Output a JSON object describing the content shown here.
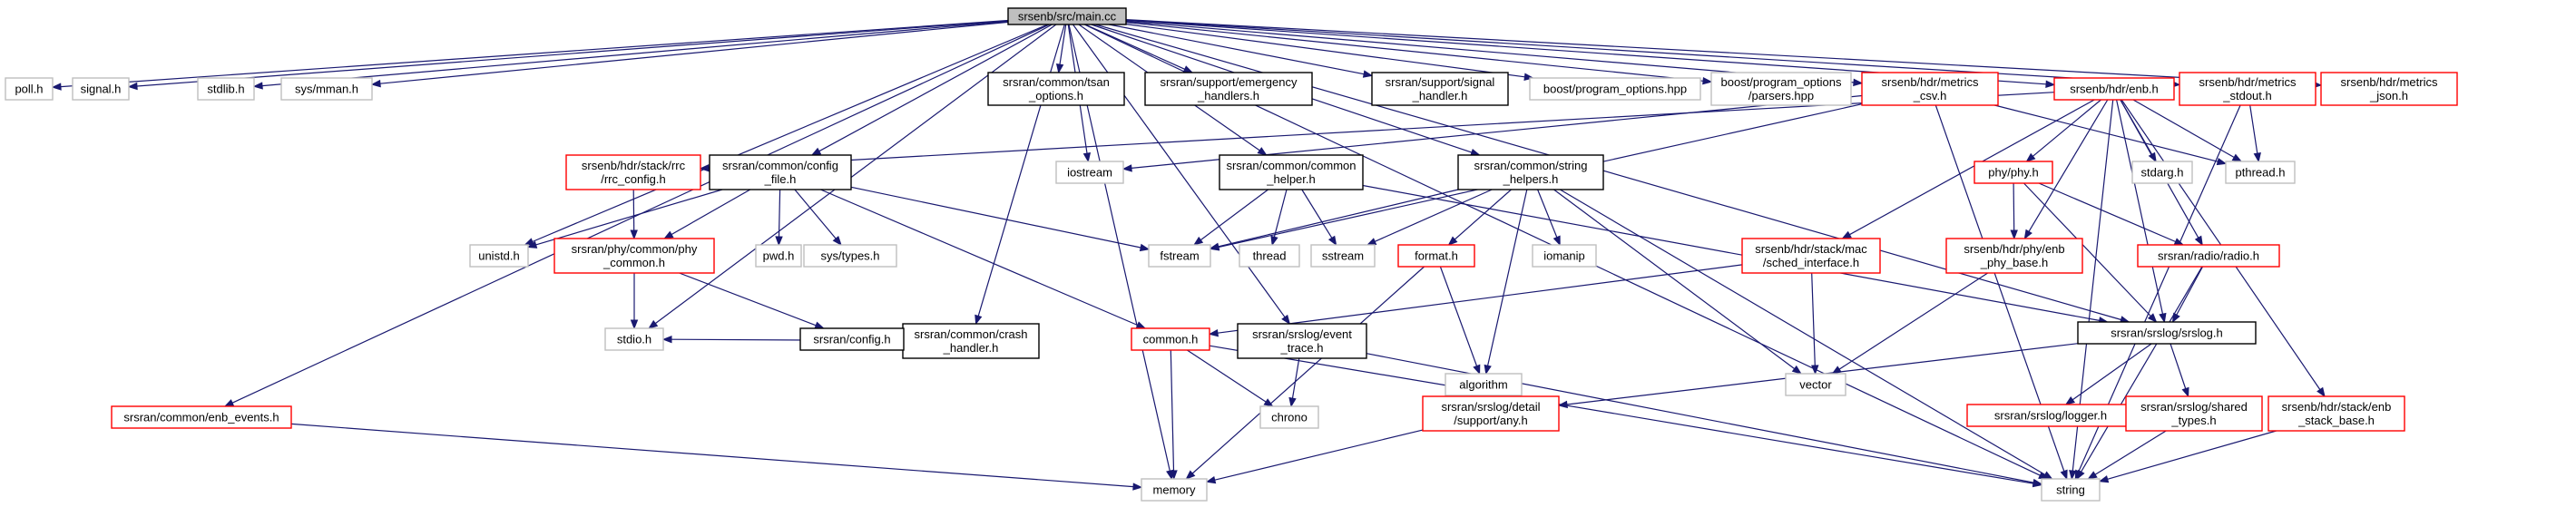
{
  "colors": {
    "edge": "#191970",
    "root_fill": "#bfbfbf",
    "root_border": "#000000",
    "doc_border": "#000000",
    "linked_border": "#ff0000",
    "external_border": "#bfbfbf"
  },
  "nodes": {
    "main": {
      "lines": [
        "srsenb/src/main.cc"
      ],
      "kind": "root"
    },
    "poll": {
      "lines": [
        "poll.h"
      ],
      "kind": "external"
    },
    "signal": {
      "lines": [
        "signal.h"
      ],
      "kind": "external"
    },
    "stdlib": {
      "lines": [
        "stdlib.h"
      ],
      "kind": "external"
    },
    "mman": {
      "lines": [
        "sys/mman.h"
      ],
      "kind": "external"
    },
    "tsan": {
      "lines": [
        "srsran/common/tsan",
        "_options.h"
      ],
      "kind": "doc"
    },
    "emerg": {
      "lines": [
        "srsran/support/emergency",
        "_handlers.h"
      ],
      "kind": "doc"
    },
    "sighandler": {
      "lines": [
        "srsran/support/signal",
        "_handler.h"
      ],
      "kind": "doc"
    },
    "boostpo": {
      "lines": [
        "boost/program_options.hpp"
      ],
      "kind": "external"
    },
    "boostparsers": {
      "lines": [
        "boost/program_options",
        "/parsers.hpp"
      ],
      "kind": "external"
    },
    "metricscsv": {
      "lines": [
        "srsenb/hdr/metrics",
        "_csv.h"
      ],
      "kind": "linked"
    },
    "enb": {
      "lines": [
        "srsenb/hdr/enb.h"
      ],
      "kind": "linked"
    },
    "metricsstdout": {
      "lines": [
        "srsenb/hdr/metrics",
        "_stdout.h"
      ],
      "kind": "linked"
    },
    "metricsjson": {
      "lines": [
        "srsenb/hdr/metrics",
        "_json.h"
      ],
      "kind": "linked"
    },
    "iostream": {
      "lines": [
        "iostream"
      ],
      "kind": "external"
    },
    "pthread": {
      "lines": [
        "pthread.h"
      ],
      "kind": "external"
    },
    "rrcconfig": {
      "lines": [
        "srsenb/hdr/stack/rrc",
        "/rrc_config.h"
      ],
      "kind": "linked"
    },
    "configfile": {
      "lines": [
        "srsran/common/config",
        "_file.h"
      ],
      "kind": "doc"
    },
    "commonhelper": {
      "lines": [
        "srsran/common/common",
        "_helper.h"
      ],
      "kind": "doc"
    },
    "stringhelpers": {
      "lines": [
        "srsran/common/string",
        "_helpers.h"
      ],
      "kind": "doc"
    },
    "stdarg": {
      "lines": [
        "stdarg.h"
      ],
      "kind": "external"
    },
    "phy": {
      "lines": [
        "phy/phy.h"
      ],
      "kind": "linked"
    },
    "unistd": {
      "lines": [
        "unistd.h"
      ],
      "kind": "external"
    },
    "phycommon": {
      "lines": [
        "srsran/phy/common/phy",
        "_common.h"
      ],
      "kind": "linked"
    },
    "pwd": {
      "lines": [
        "pwd.h"
      ],
      "kind": "external"
    },
    "systypes": {
      "lines": [
        "sys/types.h"
      ],
      "kind": "external"
    },
    "fstream": {
      "lines": [
        "fstream"
      ],
      "kind": "external"
    },
    "thread": {
      "lines": [
        "thread"
      ],
      "kind": "external"
    },
    "sstream": {
      "lines": [
        "sstream"
      ],
      "kind": "external"
    },
    "formath": {
      "lines": [
        "format.h"
      ],
      "kind": "linked"
    },
    "iomanip": {
      "lines": [
        "iomanip"
      ],
      "kind": "external"
    },
    "schedif": {
      "lines": [
        "srsenb/hdr/stack/mac",
        "/sched_interface.h"
      ],
      "kind": "linked"
    },
    "enbphybase": {
      "lines": [
        "srsenb/hdr/phy/enb",
        "_phy_base.h"
      ],
      "kind": "linked"
    },
    "radio": {
      "lines": [
        "srsran/radio/radio.h"
      ],
      "kind": "linked"
    },
    "crash": {
      "lines": [
        "srsran/common/crash",
        "_handler.h"
      ],
      "kind": "doc"
    },
    "stdio": {
      "lines": [
        "stdio.h"
      ],
      "kind": "external"
    },
    "config": {
      "lines": [
        "srsran/config.h"
      ],
      "kind": "doc"
    },
    "commonh": {
      "lines": [
        "common.h"
      ],
      "kind": "linked"
    },
    "eventtrace": {
      "lines": [
        "srsran/srslog/event",
        "_trace.h"
      ],
      "kind": "doc"
    },
    "algorithm": {
      "lines": [
        "algorithm"
      ],
      "kind": "external"
    },
    "vector": {
      "lines": [
        "vector"
      ],
      "kind": "external"
    },
    "srslog": {
      "lines": [
        "srsran/srslog/srslog.h"
      ],
      "kind": "doc"
    },
    "chrono": {
      "lines": [
        "chrono"
      ],
      "kind": "external"
    },
    "enbevents": {
      "lines": [
        "srsran/common/enb_events.h"
      ],
      "kind": "linked"
    },
    "any": {
      "lines": [
        "srsran/srslog/detail",
        "/support/any.h"
      ],
      "kind": "linked"
    },
    "logger": {
      "lines": [
        "srsran/srslog/logger.h"
      ],
      "kind": "linked"
    },
    "sharedtypes": {
      "lines": [
        "srsran/srslog/shared",
        "_types.h"
      ],
      "kind": "linked"
    },
    "enbstackbase": {
      "lines": [
        "srsenb/hdr/stack/enb",
        "_stack_base.h"
      ],
      "kind": "linked"
    },
    "memory": {
      "lines": [
        "memory"
      ],
      "kind": "external"
    },
    "string": {
      "lines": [
        "string"
      ],
      "kind": "external"
    }
  },
  "edges": [
    [
      "main",
      "poll"
    ],
    [
      "main",
      "signal"
    ],
    [
      "main",
      "stdlib"
    ],
    [
      "main",
      "mman"
    ],
    [
      "main",
      "tsan"
    ],
    [
      "main",
      "emerg"
    ],
    [
      "main",
      "sighandler"
    ],
    [
      "main",
      "boostpo"
    ],
    [
      "main",
      "boostparsers"
    ],
    [
      "main",
      "metricscsv"
    ],
    [
      "main",
      "enb"
    ],
    [
      "main",
      "metricsstdout"
    ],
    [
      "main",
      "metricsjson"
    ],
    [
      "main",
      "iostream"
    ],
    [
      "main",
      "configfile"
    ],
    [
      "main",
      "commonhelper"
    ],
    [
      "main",
      "stringhelpers"
    ],
    [
      "main",
      "crash"
    ],
    [
      "main",
      "eventtrace"
    ],
    [
      "main",
      "enbevents"
    ],
    [
      "main",
      "memory"
    ],
    [
      "main",
      "string"
    ],
    [
      "main",
      "unistd"
    ],
    [
      "main",
      "stdio"
    ],
    [
      "main",
      "srslog"
    ],
    [
      "metricscsv",
      "iostream"
    ],
    [
      "metricscsv",
      "fstream"
    ],
    [
      "metricscsv",
      "pthread"
    ],
    [
      "metricscsv",
      "string"
    ],
    [
      "enb",
      "pthread"
    ],
    [
      "enb",
      "stdarg"
    ],
    [
      "enb",
      "phy"
    ],
    [
      "enb",
      "enbphybase"
    ],
    [
      "enb",
      "radio"
    ],
    [
      "enb",
      "rrcconfig"
    ],
    [
      "enb",
      "schedif"
    ],
    [
      "enb",
      "enbstackbase"
    ],
    [
      "enb",
      "srslog"
    ],
    [
      "enb",
      "string"
    ],
    [
      "metricsstdout",
      "pthread"
    ],
    [
      "metricsstdout",
      "string"
    ],
    [
      "rrcconfig",
      "phycommon"
    ],
    [
      "configfile",
      "unistd"
    ],
    [
      "configfile",
      "phycommon"
    ],
    [
      "configfile",
      "pwd"
    ],
    [
      "configfile",
      "systypes"
    ],
    [
      "configfile",
      "fstream"
    ],
    [
      "configfile",
      "commonh"
    ],
    [
      "commonhelper",
      "fstream"
    ],
    [
      "commonhelper",
      "thread"
    ],
    [
      "commonhelper",
      "sstream"
    ],
    [
      "commonhelper",
      "srslog"
    ],
    [
      "stringhelpers",
      "fstream"
    ],
    [
      "stringhelpers",
      "sstream"
    ],
    [
      "stringhelpers",
      "formath"
    ],
    [
      "stringhelpers",
      "iomanip"
    ],
    [
      "stringhelpers",
      "algorithm"
    ],
    [
      "stringhelpers",
      "vector"
    ],
    [
      "stringhelpers",
      "string"
    ],
    [
      "phy",
      "enbphybase"
    ],
    [
      "phy",
      "radio"
    ],
    [
      "phy",
      "srslog"
    ],
    [
      "phycommon",
      "stdio"
    ],
    [
      "phycommon",
      "config"
    ],
    [
      "crash",
      "stdio"
    ],
    [
      "crash",
      "config"
    ],
    [
      "formath",
      "algorithm"
    ],
    [
      "formath",
      "memory"
    ],
    [
      "schedif",
      "commonh"
    ],
    [
      "schedif",
      "vector"
    ],
    [
      "enbphybase",
      "vector"
    ],
    [
      "radio",
      "srslog"
    ],
    [
      "radio",
      "string"
    ],
    [
      "commonh",
      "chrono"
    ],
    [
      "commonh",
      "memory"
    ],
    [
      "commonh",
      "string"
    ],
    [
      "eventtrace",
      "chrono"
    ],
    [
      "eventtrace",
      "string"
    ],
    [
      "srslog",
      "any"
    ],
    [
      "srslog",
      "logger"
    ],
    [
      "srslog",
      "sharedtypes"
    ],
    [
      "any",
      "memory"
    ],
    [
      "sharedtypes",
      "string"
    ],
    [
      "enbstackbase",
      "string"
    ],
    [
      "enbevents",
      "memory"
    ]
  ]
}
